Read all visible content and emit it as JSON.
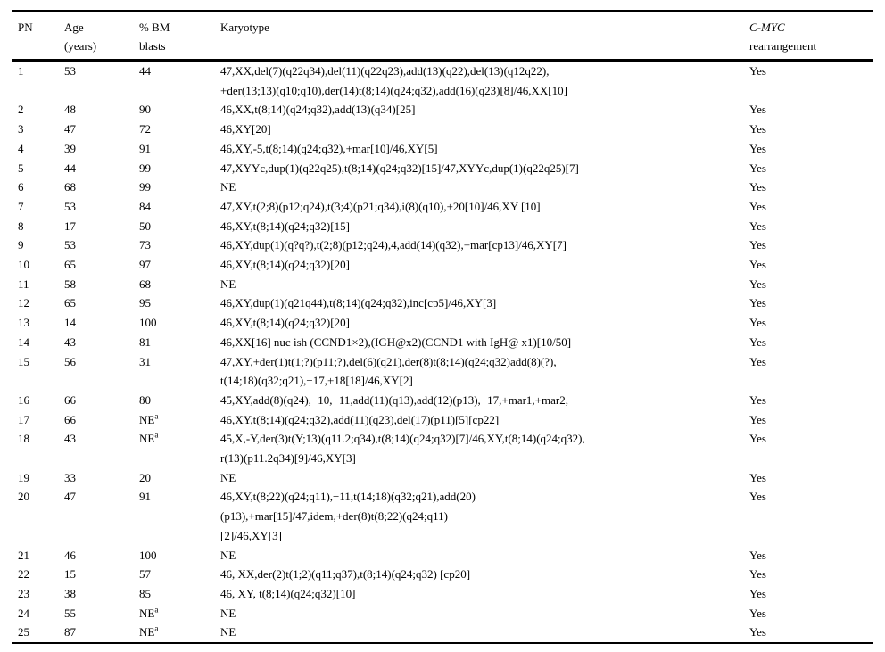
{
  "table": {
    "header": {
      "col_pn": "PN",
      "col_age_line1": "Age",
      "col_age_line2": "(years)",
      "col_blasts_line1": "% BM",
      "col_blasts_line2": "blasts",
      "col_karyotype": "Karyotype",
      "col_cmyc_line1": "C-MYC",
      "col_cmyc_line2": "rearrangement"
    },
    "rows": [
      {
        "pn": "1",
        "age": "53",
        "blasts": "44",
        "karyotype": [
          "47,XX,del(7)(q22q34),del(11)(q22q23),add(13)(q22),del(13)(q12q22),",
          "+der(13;13)(q10;q10),der(14)t(8;14)(q24;q32),add(16)(q23)[8]/46,XX[10]"
        ],
        "cmyc": "Yes"
      },
      {
        "pn": "2",
        "age": "48",
        "blasts": "90",
        "karyotype": [
          "46,XX,t(8;14)(q24;q32),add(13)(q34)[25]"
        ],
        "cmyc": "Yes"
      },
      {
        "pn": "3",
        "age": "47",
        "blasts": "72",
        "karyotype": [
          "46,XY[20]"
        ],
        "cmyc": "Yes"
      },
      {
        "pn": "4",
        "age": "39",
        "blasts": "91",
        "karyotype": [
          "46,XY,-5,t(8;14)(q24;q32),+mar[10]/46,XY[5]"
        ],
        "cmyc": "Yes"
      },
      {
        "pn": "5",
        "age": "44",
        "blasts": "99",
        "karyotype": [
          "47,XYYc,dup(1)(q22q25),t(8;14)(q24;q32)[15]/47,XYYc,dup(1)(q22q25)[7]"
        ],
        "cmyc": "Yes"
      },
      {
        "pn": "6",
        "age": "68",
        "blasts": "99",
        "karyotype": [
          "NE"
        ],
        "cmyc": "Yes"
      },
      {
        "pn": "7",
        "age": "53",
        "blasts": "84",
        "karyotype": [
          "47,XY,t(2;8)(p12;q24),t(3;4)(p21;q34),i(8)(q10),+20[10]/46,XY [10]"
        ],
        "cmyc": "Yes"
      },
      {
        "pn": "8",
        "age": "17",
        "blasts": "50",
        "karyotype": [
          "46,XY,t(8;14)(q24;q32)[15]"
        ],
        "cmyc": "Yes"
      },
      {
        "pn": "9",
        "age": "53",
        "blasts": "73",
        "karyotype": [
          "46,XY,dup(1)(q?q?),t(2;8)(p12;q24),4,add(14)(q32),+mar[cp13]/46,XY[7]"
        ],
        "cmyc": "Yes"
      },
      {
        "pn": "10",
        "age": "65",
        "blasts": "97",
        "karyotype": [
          "46,XY,t(8;14)(q24;q32)[20]"
        ],
        "cmyc": "Yes"
      },
      {
        "pn": "11",
        "age": "58",
        "blasts": "68",
        "karyotype": [
          "NE"
        ],
        "cmyc": "Yes"
      },
      {
        "pn": "12",
        "age": "65",
        "blasts": "95",
        "karyotype": [
          "46,XY,dup(1)(q21q44),t(8;14)(q24;q32),inc[cp5]/46,XY[3]"
        ],
        "cmyc": "Yes"
      },
      {
        "pn": "13",
        "age": "14",
        "blasts": "100",
        "karyotype": [
          "46,XY,t(8;14)(q24;q32)[20]"
        ],
        "cmyc": "Yes"
      },
      {
        "pn": "14",
        "age": "43",
        "blasts": "81",
        "karyotype": [
          "46,XX[16] nuc ish (CCND1×2),(IGH@x2)(CCND1 with IgH@ x1)[10/50]"
        ],
        "cmyc": "Yes"
      },
      {
        "pn": "15",
        "age": "56",
        "blasts": "31",
        "karyotype": [
          "47,XY,+der(1)t(1;?)(p11;?),del(6)(q21),der(8)t(8;14)(q24;q32)add(8)(?),",
          "t(14;18)(q32;q21),−17,+18[18]/46,XY[2]"
        ],
        "cmyc": "Yes"
      },
      {
        "pn": "16",
        "age": "66",
        "blasts": "80",
        "karyotype": [
          "45,XY,add(8)(q24),−10,−11,add(11)(q13),add(12)(p13),−17,+mar1,+mar2,"
        ],
        "cmyc": "Yes"
      },
      {
        "pn": "17",
        "age": "66",
        "blasts": "NE",
        "blasts_sup": "a",
        "karyotype": [
          "46,XY,t(8;14)(q24;q32),add(11)(q23),del(17)(p11)[5][cp22]"
        ],
        "cmyc": "Yes"
      },
      {
        "pn": "18",
        "age": "43",
        "blasts": "NE",
        "blasts_sup": "a",
        "karyotype": [
          "45,X,-Y,der(3)t(Y;13)(q11.2;q34),t(8;14)(q24;q32)[7]/46,XY,t(8;14)(q24;q32),",
          "r(13)(p11.2q34)[9]/46,XY[3]"
        ],
        "cmyc": "Yes"
      },
      {
        "pn": "19",
        "age": "33",
        "blasts": "20",
        "karyotype": [
          "NE"
        ],
        "cmyc": "Yes"
      },
      {
        "pn": "20",
        "age": "47",
        "blasts": "91",
        "karyotype": [
          "46,XY,t(8;22)(q24;q11),−11,t(14;18)(q32;q21),add(20)",
          "(p13),+mar[15]/47,idem,+der(8)t(8;22)(q24;q11)",
          "[2]/46,XY[3]"
        ],
        "cmyc": "Yes"
      },
      {
        "pn": "21",
        "age": "46",
        "blasts": "100",
        "karyotype": [
          "NE"
        ],
        "cmyc": "Yes"
      },
      {
        "pn": "22",
        "age": "15",
        "blasts": "57",
        "karyotype": [
          "46, XX,der(2)t(1;2)(q11;q37),t(8;14)(q24;q32) [cp20]"
        ],
        "cmyc": "Yes"
      },
      {
        "pn": "23",
        "age": "38",
        "blasts": "85",
        "karyotype": [
          "46, XY, t(8;14)(q24;q32)[10]"
        ],
        "cmyc": "Yes"
      },
      {
        "pn": "24",
        "age": "55",
        "blasts": "NE",
        "blasts_sup": "a",
        "karyotype": [
          "NE"
        ],
        "cmyc": "Yes"
      },
      {
        "pn": "25",
        "age": "87",
        "blasts": "NE",
        "blasts_sup": "a",
        "karyotype": [
          "NE"
        ],
        "cmyc": "Yes"
      }
    ]
  }
}
